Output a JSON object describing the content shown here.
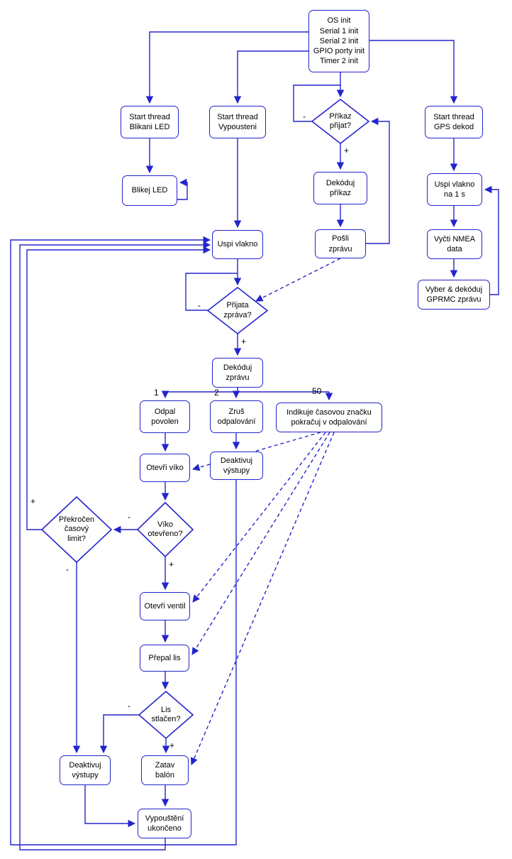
{
  "diagram_type": "flowchart",
  "colors": {
    "line": "#2424cc",
    "node_border": "#2424cc",
    "node_fill": "#ffffff",
    "text": "#000000",
    "background": "#ffffff"
  },
  "nodes": {
    "os_init": "OS init\nSerial 1 init\nSerial 2 init\nGPIO porty init\nTimer 2 init",
    "start_thread_blikani": "Start thread\nBlikani LED",
    "start_thread_vypousteni": "Start thread\nVypousteni",
    "start_thread_gps": "Start thread\nGPS dekod",
    "prikaz_prijat": "Příkaz\npřijat?",
    "blikej_led": "Blikej LED",
    "dekoduj_prikaz": "Dekóduj\npříkaz",
    "uspi_vlakno_1s": "Uspi vlakno\nna 1 s",
    "uspi_vlakno": "Uspi vlakno",
    "posli_zpravu": "Pošli\nzprávu",
    "vycti_nmea": "Vyčti NMEA\ndata",
    "vyber_dekoduj_gprmc": "Vyber & dekóduj\nGPRMC zprávu",
    "prijata_zprava": "Přijata\nzpráva?",
    "dekoduj_zpravu": "Dekóduj\nzprávu",
    "odpal_povolen": "Odpal\npovolen",
    "zrus_odpalovani": "Zruš\nodpalování",
    "indikuje_znacku": "Indikuje časovou značku\npokračuj v odpalování",
    "otevri_viko": "Otevři víko",
    "deaktivuj_vystupy_stred": "Deaktivuj\nvýstupy",
    "viko_otevreno": "Víko\notevřeno?",
    "prekrocen_limit": "Překročen\nčasový\nlimit?",
    "otevri_ventil": "Otevři ventil",
    "prepal_lis": "Přepal lis",
    "lis_stlacen": "Lis\nstlačen?",
    "deaktivuj_vystupy_dole": "Deaktivuj\nvýstupy",
    "zatav_balon": "Zatav\nbalón",
    "vypousteni_ukonceno": "Vypouštění\nukončeno"
  },
  "labels": {
    "prikaz_minus": "-",
    "prikaz_plus": "+",
    "prijata_minus": "-",
    "prijata_plus": "+",
    "branch_1": "1",
    "branch_2": "2",
    "branch_50": "50",
    "viko_minus": "-",
    "viko_plus": "+",
    "prekrocen_plus": "+",
    "prekrocen_minus": "-",
    "lis_minus": "-",
    "lis_plus": "+"
  }
}
